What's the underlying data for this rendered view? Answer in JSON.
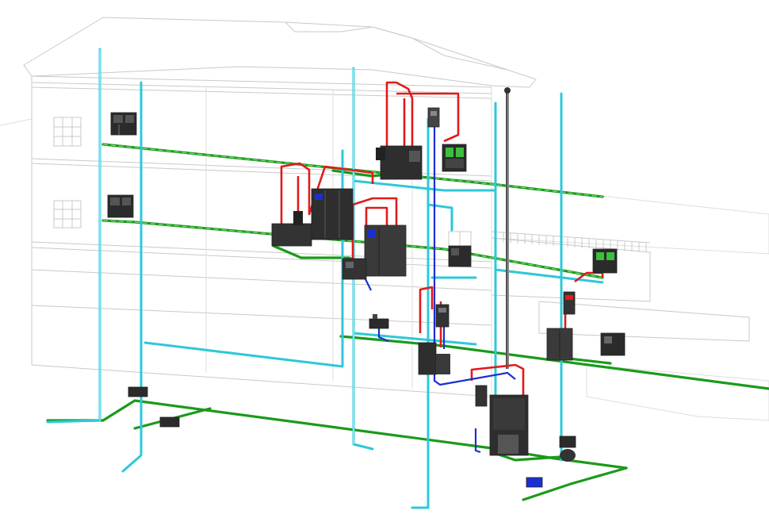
{
  "scene": {
    "view": "3d-isometric",
    "colors": {
      "background": "#ffffff",
      "building_outline": "#c9c9c9",
      "cold_water": "#2ec8d8",
      "waste_drain": "#1b9a1b",
      "hot_water": "#e01b1b",
      "hot_return": "#1a2fd1",
      "vent_stack": "#555555",
      "fixture": "#2b2b2b",
      "fixture_highlight": "#1a2fd1"
    },
    "systems": [
      {
        "name": "cold-water",
        "color_key": "cold_water"
      },
      {
        "name": "sanitary-waste",
        "color_key": "waste_drain"
      },
      {
        "name": "hot-water",
        "color_key": "hot_water"
      },
      {
        "name": "hot-water-return",
        "color_key": "hot_return"
      },
      {
        "name": "vent-stack",
        "color_key": "vent_stack"
      }
    ],
    "fixtures": [
      {
        "kind": "vanity-sink"
      },
      {
        "kind": "vanity-sink"
      },
      {
        "kind": "cabinet"
      },
      {
        "kind": "water-heater"
      },
      {
        "kind": "water-heater"
      },
      {
        "kind": "water-heater"
      },
      {
        "kind": "laundry"
      },
      {
        "kind": "wall-sink"
      },
      {
        "kind": "floor-drain"
      },
      {
        "kind": "toilet"
      },
      {
        "kind": "tank"
      },
      {
        "kind": "shower-cabinet"
      }
    ]
  }
}
